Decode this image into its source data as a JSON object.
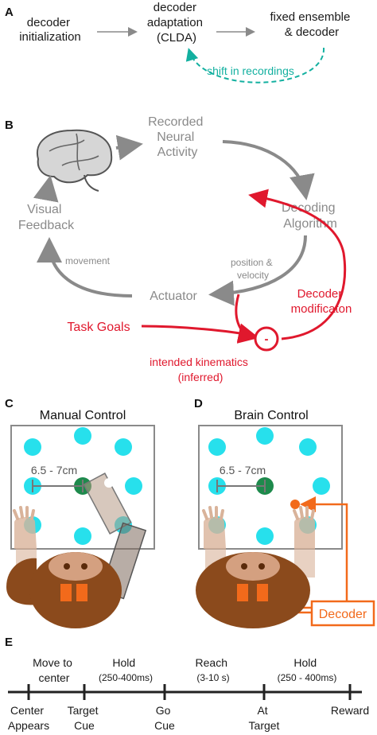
{
  "panels": {
    "a": "A",
    "b": "B",
    "c": "C",
    "d": "D",
    "e": "E"
  },
  "panel_a": {
    "step1": [
      "decoder",
      "initialization"
    ],
    "step2": [
      "decoder",
      "adaptation",
      "(CLDA)"
    ],
    "step3": [
      "fixed ensemble",
      "& decoder"
    ],
    "loop_label": "shift in recordings"
  },
  "panel_b": {
    "recorded": [
      "Recorded",
      "Neural",
      "Activity"
    ],
    "decoding": [
      "Decoding",
      "Algorithm"
    ],
    "visual": [
      "Visual",
      "Feedback"
    ],
    "actuator": "Actuator",
    "movement": "movement",
    "position": [
      "position &",
      "velocity"
    ],
    "decoder_mod": [
      "Decoder",
      "modificaton"
    ],
    "task_goals": "Task Goals",
    "intended": [
      "intended kinematics",
      "(inferred)"
    ],
    "minus": "-"
  },
  "panel_c": {
    "title": "Manual Control",
    "distance": "6.5 - 7cm"
  },
  "panel_d": {
    "title": "Brain Control",
    "distance": "6.5 - 7cm",
    "decoder_box": "Decoder"
  },
  "panel_e": {
    "phases": [
      [
        "Move to",
        "center"
      ],
      [
        "Hold",
        "(250-400ms)"
      ],
      [
        "Reach",
        "(3-10 s)"
      ],
      [
        "Hold",
        "(250 - 400ms)"
      ]
    ],
    "events": [
      [
        "Center",
        "Appears"
      ],
      [
        "Target",
        "Cue"
      ],
      [
        "Go",
        "Cue"
      ],
      [
        "At",
        "Target"
      ],
      [
        "Reward"
      ]
    ]
  },
  "colors": {
    "gray": "#8a8a8a",
    "text": "#1a1a1a",
    "red": "#e0182d",
    "teal": "#13b0a0",
    "orange": "#f26a1b",
    "cyan": "#27e0ec",
    "green": "#1e8a4c",
    "monkey": "#8b4a1c",
    "skin": "#d9b39a"
  }
}
